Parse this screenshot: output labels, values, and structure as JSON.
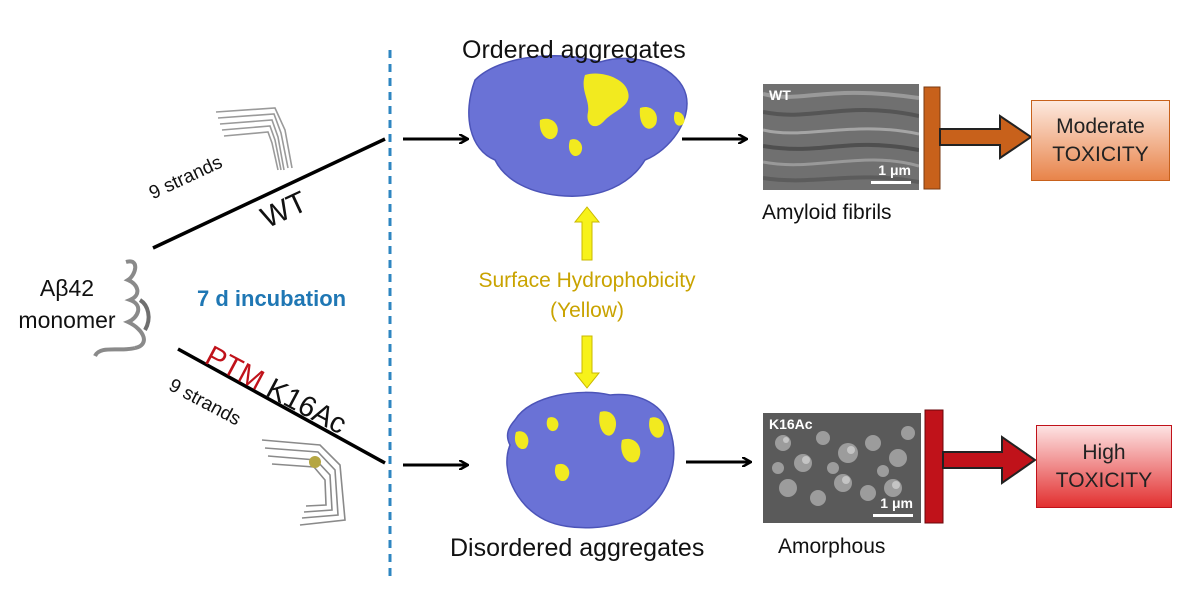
{
  "monomer_label": [
    "Aβ42",
    "monomer"
  ],
  "incubation_label": "7 d incubation",
  "wt_branch": {
    "strands": "9 strands",
    "name": "WT"
  },
  "ptm_branch": {
    "prefix": "PTM",
    "name": "K16Ac",
    "strands": "9 strands"
  },
  "top_aggregate_title": "Ordered aggregates",
  "bottom_aggregate_title": "Disordered aggregates",
  "hydrophobicity_label": [
    "Surface Hydrophobicity",
    "(Yellow)"
  ],
  "top_micrograph": {
    "tag": "WT",
    "scale": "1 μm",
    "caption": "Amyloid fibrils"
  },
  "bottom_micrograph": {
    "tag": "K16Ac",
    "scale": "1 μm",
    "caption": "Amorphous"
  },
  "top_toxicity": [
    "Moderate",
    "TOXICITY"
  ],
  "bottom_toxicity": [
    "High",
    "TOXICITY"
  ],
  "colors": {
    "divider": "#2e86c1",
    "incubation_text": "#1f77b4",
    "ptm_text": "#c0121a",
    "hydrophobic_text": "#c9a300",
    "protein_surface": "#6a72d6",
    "hydrophobic_patch": "#f2ea1f",
    "moderate_bar": "#c8611b",
    "high_bar": "#c0121a"
  }
}
